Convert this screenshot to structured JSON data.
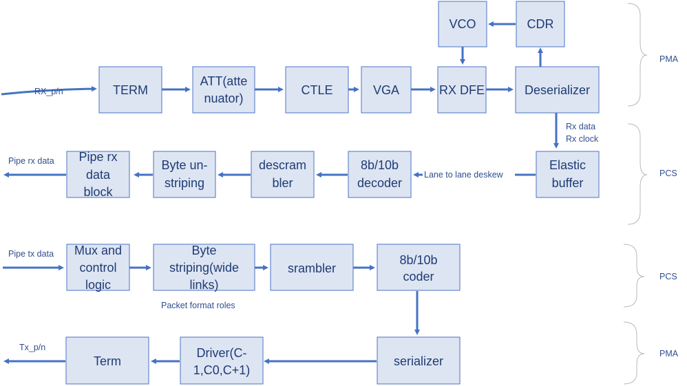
{
  "colors": {
    "box_fill": "#dde5f3",
    "box_stroke": "#4a72c4",
    "arrow": "#4472c4",
    "text": "#1f3b73",
    "brace": "#b9b9b9"
  },
  "rx_pma": {
    "input_label": "RX_p/n",
    "term": "TERM",
    "att": [
      "ATT(atte",
      "nuator)"
    ],
    "ctle": "CTLE",
    "vga": "VGA",
    "rx_dfe": "RX DFE",
    "deserializer": "Deserializer",
    "vco": "VCO",
    "cdr": "CDR"
  },
  "rx_pcs": {
    "rx_data_label": "Rx data",
    "rx_clock_label": "Rx clock",
    "elastic_buffer": [
      "Elastic",
      "buffer"
    ],
    "deskew_label": "Lane to lane deskew",
    "decoder": [
      "8b/10b",
      "decoder"
    ],
    "descrambler": [
      "descram",
      "bler"
    ],
    "byte_unstriping": [
      "Byte un-",
      "striping"
    ],
    "pipe_rx_block": [
      "Pipe rx",
      "data",
      "block"
    ],
    "output_label": "Pipe rx data"
  },
  "tx_pcs": {
    "input_label": "Pipe tx data",
    "mux": [
      "Mux and",
      "control",
      "logic"
    ],
    "byte_striping": [
      "Byte",
      "striping(wide",
      "links)"
    ],
    "scrambler": "srambler",
    "coder": [
      "8b/10b",
      "coder"
    ],
    "packet_label": "Packet format roles"
  },
  "tx_pma": {
    "serializer": "serializer",
    "driver": [
      "Driver(C-",
      "1,C0,C+1)"
    ],
    "term": "Term",
    "output_label": "Tx_p/n"
  },
  "sides": {
    "pma_top": "PMA",
    "pcs_rx": "PCS",
    "pcs_tx": "PCS",
    "pma_bottom": "PMA"
  }
}
